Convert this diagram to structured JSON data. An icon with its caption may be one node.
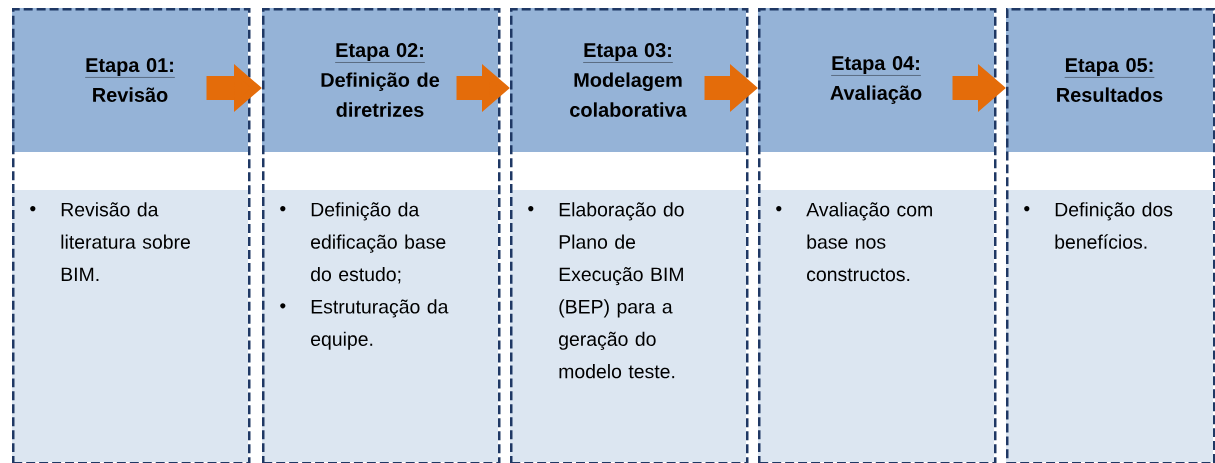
{
  "diagram": {
    "nodes": [
      {
        "text": [
          "Etapa 01:",
          "Revisão",
          "Revisão da literatura sobre BIM."
        ]
      },
      {
        "text": [
          "Etapa 02:",
          "Definição de diretrizes",
          "Definição da edificação base do estudo;",
          "Estruturação da equipe."
        ]
      },
      {
        "text": [
          "Etapa 03:",
          "Modelagem colaborativa",
          "Elaboração do Plano de Execução BIM (BEP) para a geração do modelo teste."
        ]
      },
      {
        "text": [
          "Etapa 04:",
          "Avaliação",
          "Avaliação com base nos constructos."
        ]
      },
      {
        "text": [
          "Etapa 05:",
          "Resultados",
          "Definição dos benefícios."
        ]
      }
    ],
    "edges": [
      {
        "from": 0,
        "to": 1,
        "arrow": "to"
      },
      {
        "from": 1,
        "to": 2,
        "arrow": "to"
      },
      {
        "from": 2,
        "to": 3,
        "arrow": "to"
      },
      {
        "from": 3,
        "to": 4,
        "arrow": "to"
      }
    ]
  }
}
